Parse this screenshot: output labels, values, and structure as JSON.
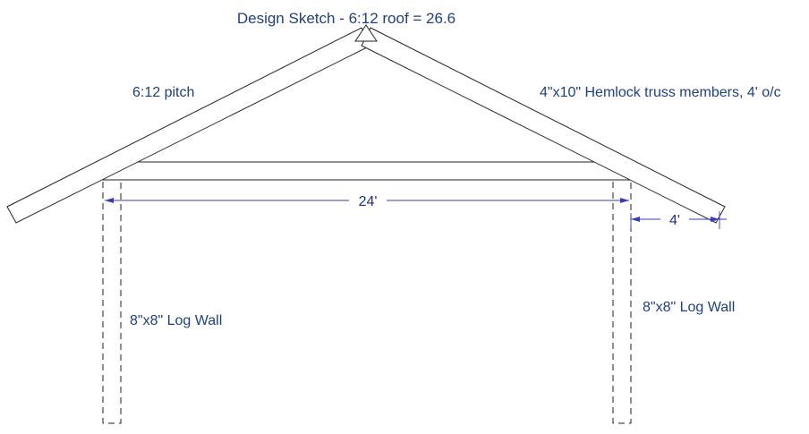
{
  "title": "Design Sketch - 6:12 roof = 26.6",
  "labels": {
    "pitch": "6:12 pitch",
    "truss_members": "4\"x10\" Hemlock truss members, 4' o/c",
    "left_wall": "8\"x8\" Log Wall",
    "right_wall": "8\"x8\" Log Wall"
  },
  "dimensions": {
    "span": "24'",
    "overhang": "4'"
  },
  "colors": {
    "text": "#1f3f7f",
    "dimension": "#3a3ac0",
    "lines": "#222222"
  }
}
